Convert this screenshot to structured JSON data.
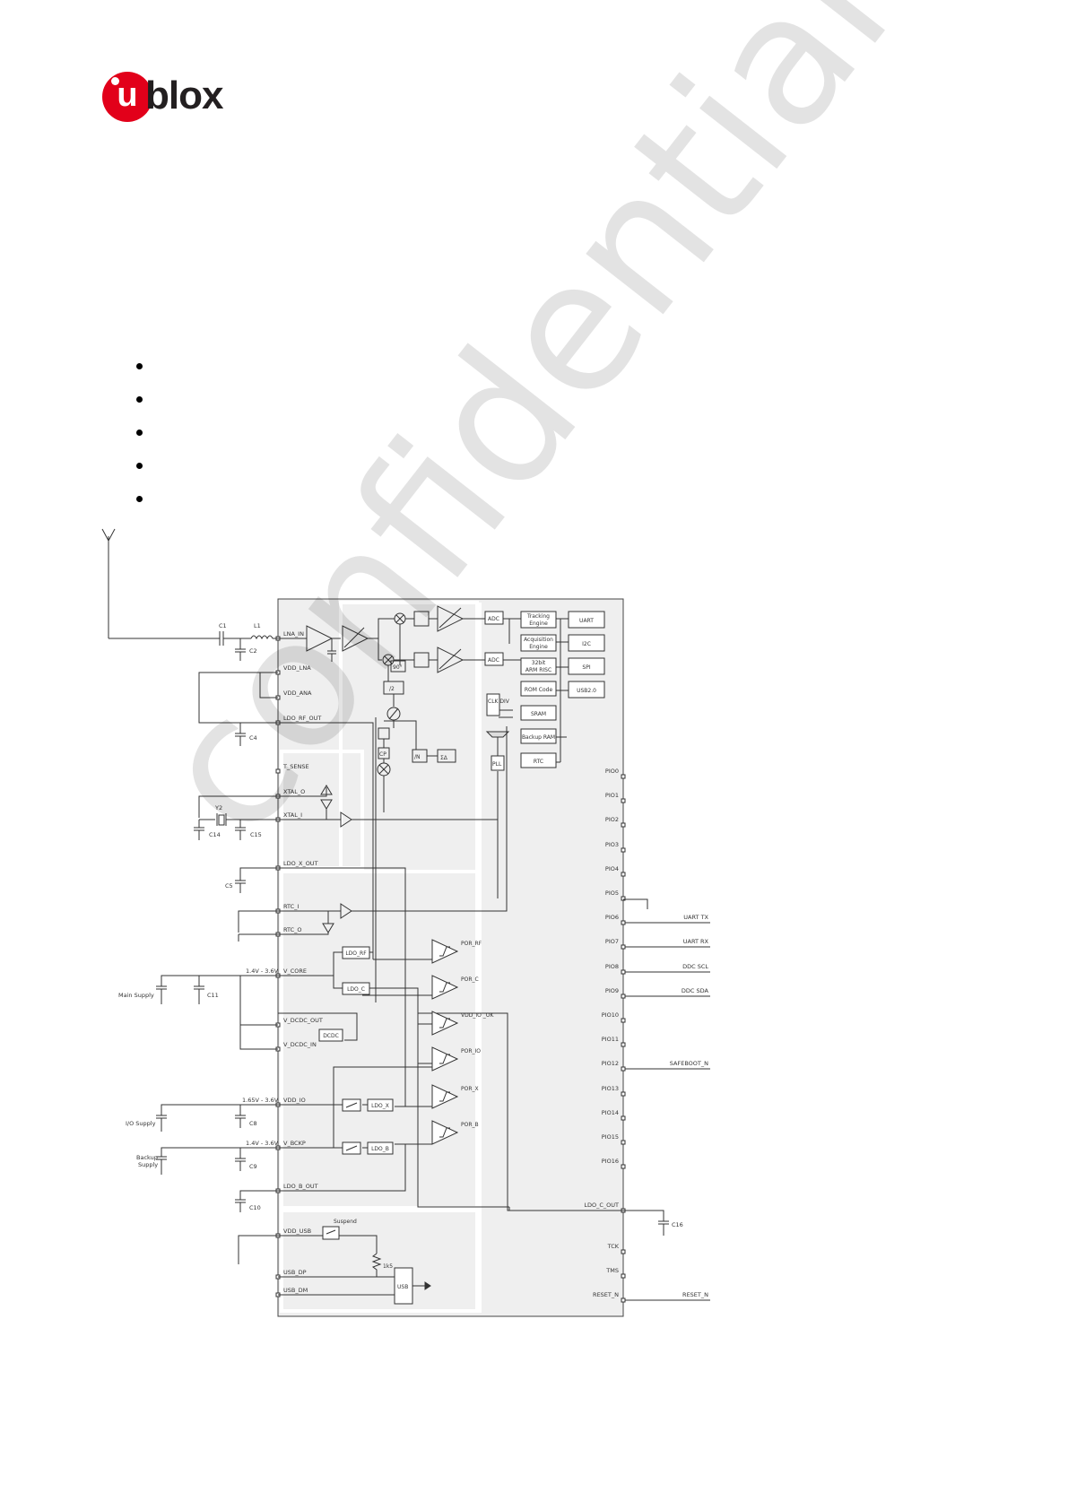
{
  "logo": {
    "brand": "ublox",
    "u": "u",
    "rest": "blox"
  },
  "bullets": [
    "",
    "",
    "",
    "",
    ""
  ],
  "watermark": "confidential",
  "left_pins": [
    {
      "id": "lna_in",
      "label": "LNA_IN"
    },
    {
      "id": "vdd_lna",
      "label": "VDD_LNA"
    },
    {
      "id": "vdd_ana",
      "label": "VDD_ANA"
    },
    {
      "id": "ldo_rf_out",
      "label": "LDO_RF_OUT"
    },
    {
      "id": "t_sense",
      "label": "T_SENSE"
    },
    {
      "id": "xtal_o",
      "label": "XTAL_O"
    },
    {
      "id": "xtal_i",
      "label": "XTAL_I"
    },
    {
      "id": "ldo_x_out",
      "label": "LDO_X_OUT"
    },
    {
      "id": "rtc_i",
      "label": "RTC_I"
    },
    {
      "id": "rtc_o",
      "label": "RTC_O"
    },
    {
      "id": "v_core",
      "label": "V_CORE"
    },
    {
      "id": "v_dcdc_out",
      "label": "V_DCDC_OUT"
    },
    {
      "id": "v_dcdc_in",
      "label": "V_DCDC_IN"
    },
    {
      "id": "vdd_io",
      "label": "VDD_IO"
    },
    {
      "id": "v_bckp",
      "label": "V_BCKP"
    },
    {
      "id": "ldo_b_out",
      "label": "LDO_B_OUT"
    },
    {
      "id": "vdd_usb",
      "label": "VDD_USB"
    },
    {
      "id": "usb_dp",
      "label": "USB_DP"
    },
    {
      "id": "usb_dm",
      "label": "USB_DM"
    }
  ],
  "right_pins": [
    {
      "id": "pio0",
      "label": "PIO0"
    },
    {
      "id": "pio1",
      "label": "PIO1"
    },
    {
      "id": "pio2",
      "label": "PIO2"
    },
    {
      "id": "pio3",
      "label": "PIO3"
    },
    {
      "id": "pio4",
      "label": "PIO4"
    },
    {
      "id": "pio5",
      "label": "PIO5"
    },
    {
      "id": "pio6",
      "label": "PIO6",
      "signal": "UART TX"
    },
    {
      "id": "pio7",
      "label": "PIO7",
      "signal": "UART RX"
    },
    {
      "id": "pio8",
      "label": "PIO8",
      "signal": "DDC SCL"
    },
    {
      "id": "pio9",
      "label": "PIO9",
      "signal": "DDC SDA"
    },
    {
      "id": "pio10",
      "label": "PIO10"
    },
    {
      "id": "pio11",
      "label": "PIO11"
    },
    {
      "id": "pio12",
      "label": "PIO12",
      "signal": "SAFEBOOT_N"
    },
    {
      "id": "pio13",
      "label": "PIO13"
    },
    {
      "id": "pio14",
      "label": "PIO14"
    },
    {
      "id": "pio15",
      "label": "PIO15"
    },
    {
      "id": "pio16",
      "label": "PIO16"
    },
    {
      "id": "ldo_c_out",
      "label": "LDO_C_OUT"
    },
    {
      "id": "tck",
      "label": "TCK"
    },
    {
      "id": "tms",
      "label": "TMS"
    },
    {
      "id": "reset_n",
      "label": "RESET_N",
      "signal": "RESET_N"
    }
  ],
  "digital_blocks": [
    {
      "id": "tracking",
      "lines": [
        "Tracking",
        "Engine"
      ]
    },
    {
      "id": "acquisition",
      "lines": [
        "Acquisition",
        "Engine"
      ]
    },
    {
      "id": "arm",
      "lines": [
        "32bit",
        "ARM RISC"
      ]
    },
    {
      "id": "rom",
      "lines": [
        "ROM Code"
      ]
    },
    {
      "id": "sram",
      "lines": [
        "SRAM"
      ]
    },
    {
      "id": "backup_ram",
      "lines": [
        "Backup RAM"
      ]
    },
    {
      "id": "rtc",
      "lines": [
        "RTC"
      ]
    }
  ],
  "interfaces": [
    {
      "id": "uart",
      "label": "UART"
    },
    {
      "id": "i2c",
      "label": "I2C"
    },
    {
      "id": "spi",
      "label": "SPI"
    },
    {
      "id": "usb2",
      "label": "USB2.0"
    }
  ],
  "internal": {
    "adc1": "ADC",
    "adc2": "ADC",
    "clk_div": "CLK DIV",
    "pll": "PLL",
    "div2": "/2",
    "deg90": "90°",
    "cp": "CP",
    "div_n": "/N",
    "sigma": "ΣΔ",
    "ldo_rf": "LDO_RF",
    "ldo_c": "LDO_C",
    "dcdc": "DCDC",
    "ldo_x": "LDO_X",
    "ldo_b": "LDO_B",
    "usb": "USB",
    "suspend": "Suspend",
    "r1k5": "1k5"
  },
  "por": [
    {
      "id": "por_rf",
      "label": "POR_RF"
    },
    {
      "id": "por_c",
      "label": "POR_C"
    },
    {
      "id": "vdd_io_ok",
      "label": "VDD_IO _OK"
    },
    {
      "id": "por_io",
      "label": "POR_IO"
    },
    {
      "id": "por_x",
      "label": "POR_X"
    },
    {
      "id": "por_b",
      "label": "POR_B"
    }
  ],
  "external": {
    "c1": "C1",
    "l1": "L1",
    "c2": "C2",
    "c4": "C4",
    "y2": "Y2",
    "c14": "C14",
    "c15": "C15",
    "c5": "C5",
    "c11": "C11",
    "c8": "C8",
    "c9": "C9",
    "c10": "C10",
    "c16": "C16",
    "main_supply": "Main Supply",
    "io_supply": "I/O Supply",
    "backup_supply_1": "Backup",
    "backup_supply_2": "Supply",
    "vrange_core": "1.4V - 3.6V",
    "vrange_io": "1.65V - 3.6V",
    "vrange_bckp": "1.4V - 3.6V"
  }
}
